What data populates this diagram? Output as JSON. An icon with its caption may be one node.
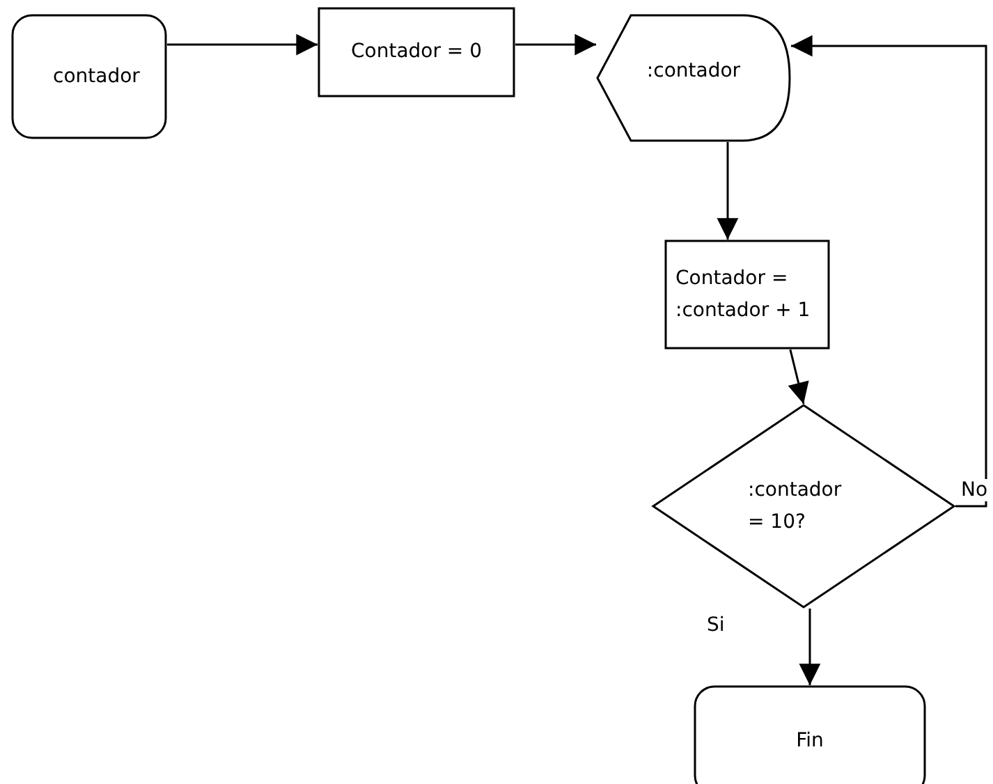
{
  "diagram": {
    "nodes": [
      {
        "text": [
          "contador"
        ]
      },
      {
        "text": [
          "Contador = 0"
        ]
      },
      {
        "text": [
          ":contador"
        ]
      },
      {
        "text": [
          "Contador = :contador + 1"
        ]
      },
      {
        "text": [
          ":contador = 10?"
        ]
      },
      {
        "text": [
          "Fin"
        ]
      }
    ],
    "edges": [
      {
        "from": 0,
        "to": 1,
        "arrow": "to"
      },
      {
        "from": 1,
        "to": 2,
        "arrow": "to"
      },
      {
        "from": 2,
        "to": 3,
        "arrow": "to"
      },
      {
        "from": 3,
        "to": 4,
        "arrow": "to"
      },
      {
        "from": 4,
        "to": 5,
        "arrow": "to",
        "label": "Si"
      },
      {
        "from": 4,
        "to": 2,
        "arrow": "to",
        "label": "No"
      }
    ]
  }
}
